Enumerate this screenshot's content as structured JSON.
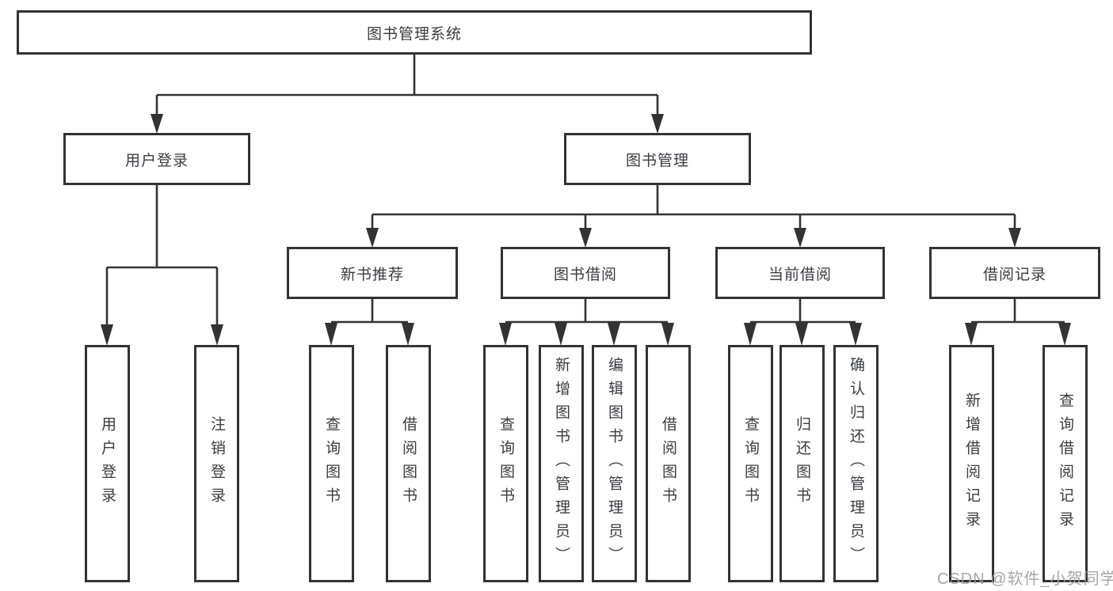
{
  "diagram": {
    "root": {
      "label": "图书管理系统"
    },
    "level2": [
      {
        "label": "用户登录"
      },
      {
        "label": "图书管理"
      }
    ],
    "level3": [
      {
        "label": "新书推荐"
      },
      {
        "label": "图书借阅"
      },
      {
        "label": "当前借阅"
      },
      {
        "label": "借阅记录"
      }
    ],
    "leaves": {
      "user_login": [
        {
          "label": "用户登录"
        },
        {
          "label": "注销登录"
        }
      ],
      "new_book_recommend": [
        {
          "label": "查询图书"
        },
        {
          "label": "借阅图书"
        }
      ],
      "book_borrow": [
        {
          "label": "查询图书"
        },
        {
          "label": "新增图书（管理员）"
        },
        {
          "label": "编辑图书（管理员）"
        },
        {
          "label": "借阅图书"
        }
      ],
      "current_borrow": [
        {
          "label": "查询图书"
        },
        {
          "label": "归还图书"
        },
        {
          "label": "确认归还（管理员）"
        }
      ],
      "borrow_records": [
        {
          "label": "新增借阅记录"
        },
        {
          "label": "查询借阅记录"
        }
      ]
    }
  },
  "watermark": {
    "text": "CSDN @软件_小贺同学"
  },
  "colors": {
    "line": "#333333",
    "text": "#3b3b43",
    "background": "#ffffff",
    "watermark": "#9e9e9e"
  }
}
